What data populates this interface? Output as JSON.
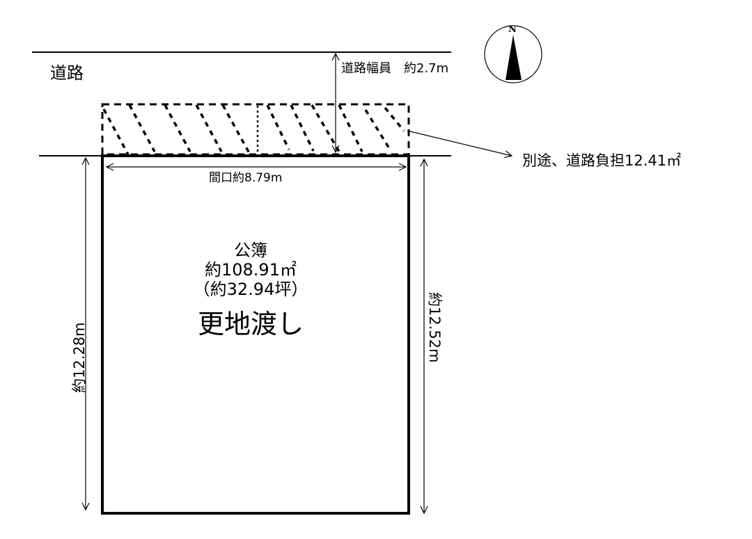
{
  "diagram": {
    "type": "land-survey-plot-plan",
    "road": {
      "label": "道路",
      "width_label": "道路幅員　約2.7m"
    },
    "setback": {
      "note": "別途、道路負担12.41㎡",
      "style": "dashed-hatched"
    },
    "lot": {
      "frontage_label": "間口約8.79m",
      "left_side_label": "約12.28m",
      "right_side_label": "約12.52m",
      "registry_label": "公簿",
      "area_sqm": "約108.91㎡",
      "area_tsubo": "（約32.94坪）",
      "condition": "更地渡し"
    },
    "compass": {
      "north_letter": "N"
    },
    "colors": {
      "line": "#000000",
      "background": "#ffffff"
    }
  }
}
